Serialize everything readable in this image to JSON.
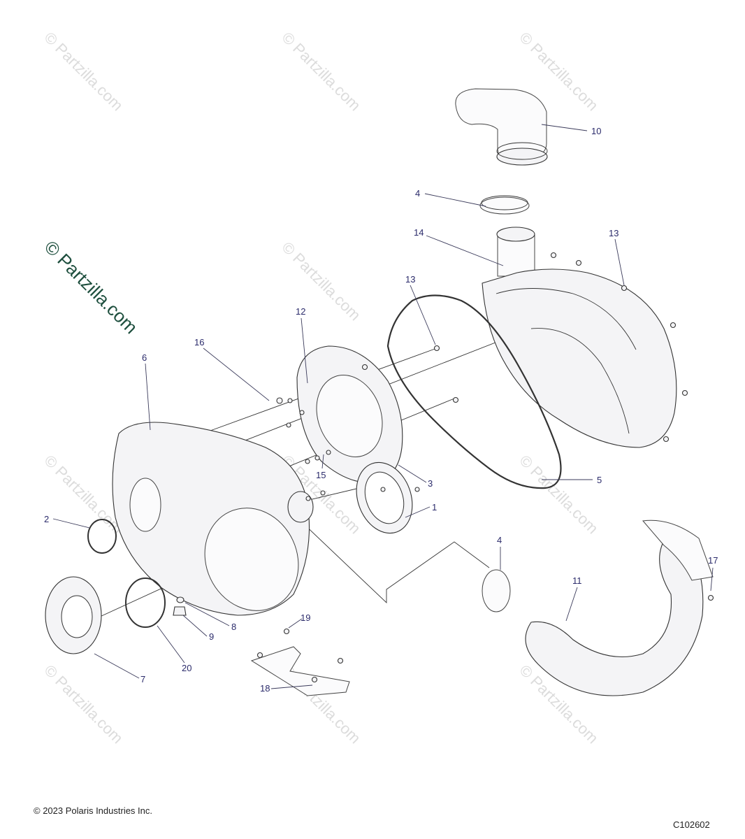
{
  "watermark": {
    "text": "© Partzilla.com",
    "primary_text": "© Partzilla.com",
    "color": "#dcdcdc",
    "primary_color": "#1e4f3e"
  },
  "callouts": [
    "10",
    "4",
    "14",
    "13",
    "13",
    "12",
    "16",
    "6",
    "15",
    "3",
    "1",
    "5",
    "2",
    "4",
    "17",
    "11",
    "8",
    "9",
    "19",
    "7",
    "20",
    "18"
  ],
  "footer": {
    "copyright": "© 2023 Polaris Industries Inc.",
    "code": "C102602"
  },
  "colors": {
    "callout_text": "#2b2b6b",
    "line": "#333333"
  }
}
